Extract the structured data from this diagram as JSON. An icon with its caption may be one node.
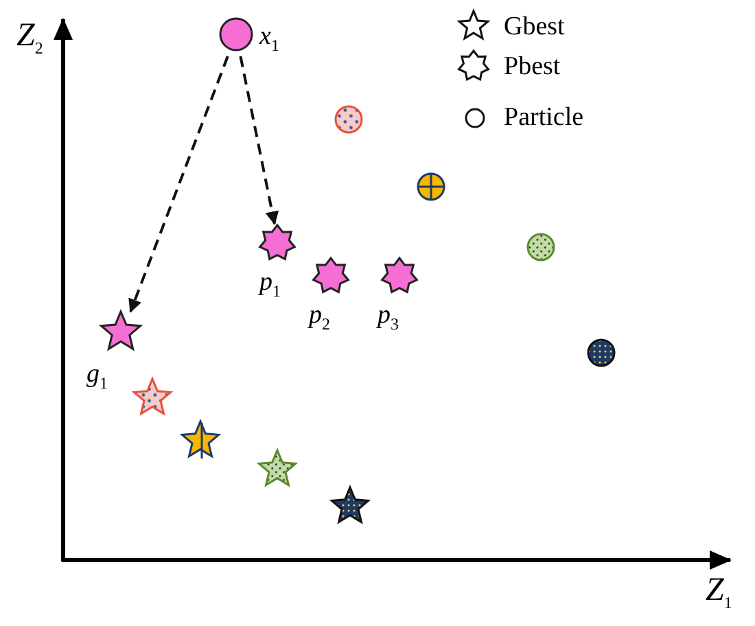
{
  "diagram": {
    "nodes": [
      {
        "text": [
          "*x*$_{1}$"
        ]
      },
      {
        "text": [],
        "shape": "circle"
      },
      {
        "text": [],
        "shape": "circle"
      },
      {
        "text": [
          "*p*$_{1}$"
        ]
      },
      {
        "text": [],
        "shape": "circle"
      },
      {
        "text": [
          "*p*$_{2}$"
        ]
      },
      {
        "text": [
          "*p*$_{3}$"
        ]
      },
      {
        "text": [
          "*g*$_{1}$"
        ]
      },
      {
        "text": [],
        "shape": "circle"
      },
      {
        "text": [],
        "shape": "star"
      },
      {
        "text": [],
        "shape": "star"
      },
      {
        "text": [],
        "shape": "star"
      },
      {
        "text": [],
        "shape": "star"
      }
    ],
    "edges": [
      {
        "from": 0,
        "to": 7,
        "arrow": "to",
        "style": "dashed"
      },
      {
        "from": 0,
        "to": 3,
        "arrow": "to",
        "style": "dashed"
      }
    ],
    "labels": [
      "*Z*$_{2}$",
      "*Z*$_{1}$"
    ],
    "legend": [
      {
        "text": "Gbest"
      },
      {
        "text": "Pbest"
      },
      {
        "text": "Particle"
      }
    ]
  }
}
